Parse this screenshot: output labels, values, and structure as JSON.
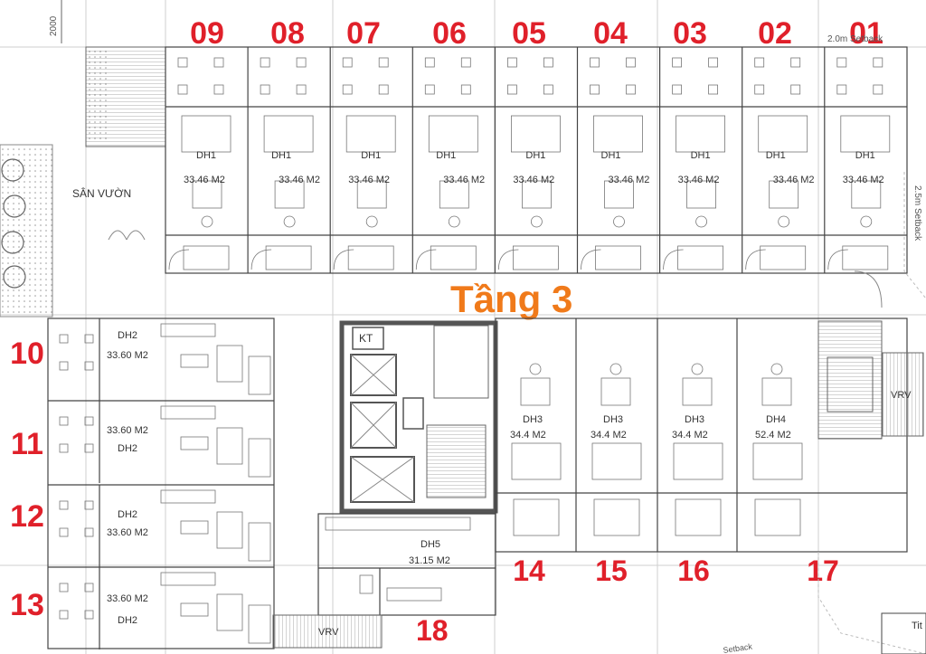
{
  "floor_label": "Tầng 3",
  "dimension": "2000",
  "setback_top": "2.0m Setback",
  "setback_right": "2.5m Setback",
  "setback_bottom": "Setback",
  "corner_label": "Tit",
  "garden_label": "SÂN VƯỜN",
  "kt_label": "KT",
  "vrv_right": "VRV",
  "vrv_bottom": "VRV",
  "top_units": [
    {
      "no": "09",
      "type": "DH1",
      "area": "33.46 M2"
    },
    {
      "no": "08",
      "type": "DH1",
      "area": "33.46 M2"
    },
    {
      "no": "07",
      "type": "DH1",
      "area": "33.46 M2"
    },
    {
      "no": "06",
      "type": "DH1",
      "area": "33.46 M2"
    },
    {
      "no": "05",
      "type": "DH1",
      "area": "33.46 M2"
    },
    {
      "no": "04",
      "type": "DH1",
      "area": "33.46 M2"
    },
    {
      "no": "03",
      "type": "DH1",
      "area": "33.46 M2"
    },
    {
      "no": "02",
      "type": "DH1",
      "area": "33.46 M2"
    },
    {
      "no": "01",
      "type": "DH1",
      "area": "33.46 M2"
    }
  ],
  "left_units": [
    {
      "no": "10",
      "type": "DH2",
      "area": "33.60 M2"
    },
    {
      "no": "11",
      "type": "DH2",
      "area": "33.60 M2"
    },
    {
      "no": "12",
      "type": "DH2",
      "area": "33.60 M2"
    },
    {
      "no": "13",
      "type": "DH2",
      "area": "33.60 M2"
    }
  ],
  "right_units": [
    {
      "no": "14",
      "type": "DH3",
      "area": "34.4 M2"
    },
    {
      "no": "15",
      "type": "DH3",
      "area": "34.4 M2"
    },
    {
      "no": "16",
      "type": "DH3",
      "area": "34.4 M2"
    },
    {
      "no": "17",
      "type": "DH4",
      "area": "52.4 M2"
    }
  ],
  "unit_18": {
    "no": "18",
    "type": "DH5",
    "area": "31.15 M2"
  }
}
